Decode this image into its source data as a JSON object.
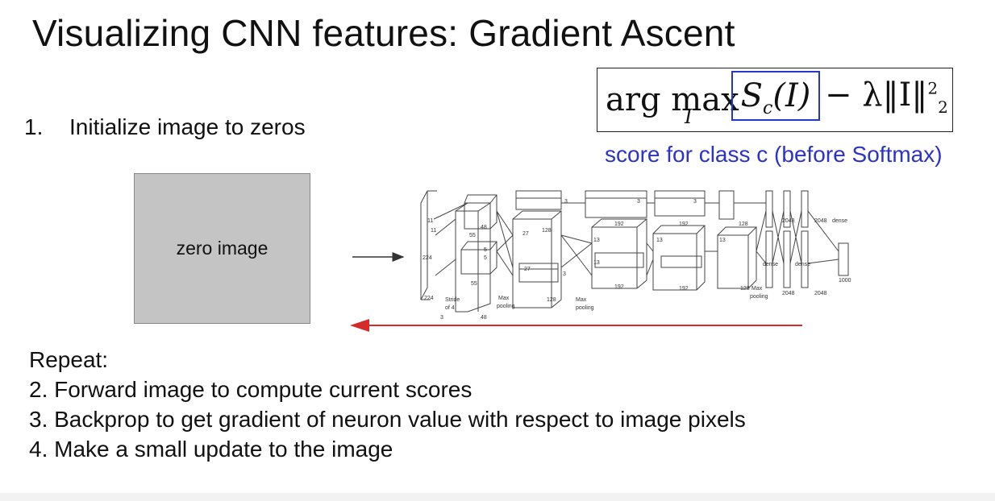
{
  "title": "Visualizing CNN features: Gradient Ascent",
  "step1": {
    "number": "1.",
    "text": "Initialize image to zeros"
  },
  "formula": {
    "argmax": "arg max",
    "argmax_sub": "I",
    "score_term": "S",
    "score_sub": "c",
    "score_arg": "(I)",
    "reg_term": "− λ‖I‖",
    "reg_sup": "2",
    "reg_sub": "2"
  },
  "score_caption": "score for class c (before Softmax)",
  "zero_image_label": "zero image",
  "network": {
    "input_labels": [
      "224",
      "224",
      "3"
    ],
    "conv1_labels": [
      "11",
      "11",
      "55",
      "55",
      "Stride",
      "of 4"
    ],
    "dims": [
      "48",
      "48",
      "128",
      "128",
      "192",
      "192",
      "192",
      "192",
      "128",
      "128",
      "13",
      "13",
      "13",
      "13",
      "27",
      "27",
      "5",
      "5",
      "3",
      "3",
      "3",
      "3"
    ],
    "pooling": [
      "Max",
      "pooling",
      "Max",
      "pooling",
      "Max",
      "pooling"
    ],
    "dense_labels": [
      "dense",
      "dense",
      "dense"
    ],
    "dense_sizes": [
      "2048",
      "2048",
      "2048",
      "2048",
      "1000"
    ]
  },
  "repeat": {
    "header": "Repeat:",
    "steps": [
      "2. Forward image to compute current scores",
      "3. Backprop to get gradient of neuron value with respect to image pixels",
      "4. Make a small update to the image"
    ]
  },
  "colors": {
    "accent_blue": "#2b33c9",
    "backprop_red": "#d62b2b",
    "zero_gray": "#c4c4c4"
  }
}
